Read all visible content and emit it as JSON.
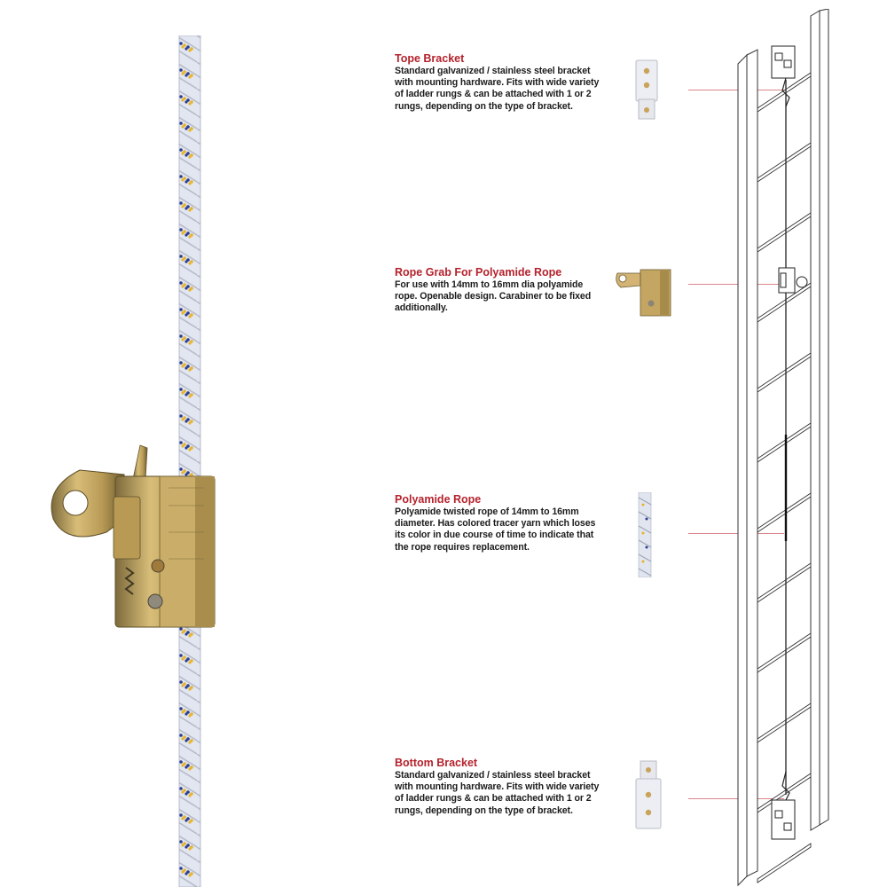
{
  "colors": {
    "accent": "#b5222c",
    "text": "#1c1c1c",
    "leader": "#d9868b",
    "metal": "#c6a55d",
    "rope": "#dfe3ee",
    "tracer_blue": "#2a3d8f",
    "tracer_yellow": "#e7b32b"
  },
  "features": [
    {
      "title": "Tope Bracket",
      "description": "Standard galvanized / stainless steel bracket with mounting hardware. Fits with wide variety of ladder rungs & can be attached with 1 or 2 rungs, depending on the type of bracket.",
      "icon": "top-bracket-icon"
    },
    {
      "title": "Rope Grab For Polyamide Rope",
      "description": "For use with 14mm to 16mm dia polyamide rope. Openable design. Carabiner to be fixed additionally.",
      "icon": "rope-grab-icon"
    },
    {
      "title": "Polyamide Rope",
      "description": "Polyamide twisted rope of 14mm to 16mm diameter. Has colored tracer yarn which loses its color in due course of time to indicate that the rope requires replacement.",
      "icon": "polyamide-rope-icon"
    },
    {
      "title": "Bottom Bracket",
      "description": "Standard galvanized / stainless steel bracket with mounting hardware. Fits with wide variety of ladder rungs & can be attached with 1 or 2 rungs, depending on the type of bracket.",
      "icon": "bottom-bracket-icon"
    }
  ]
}
